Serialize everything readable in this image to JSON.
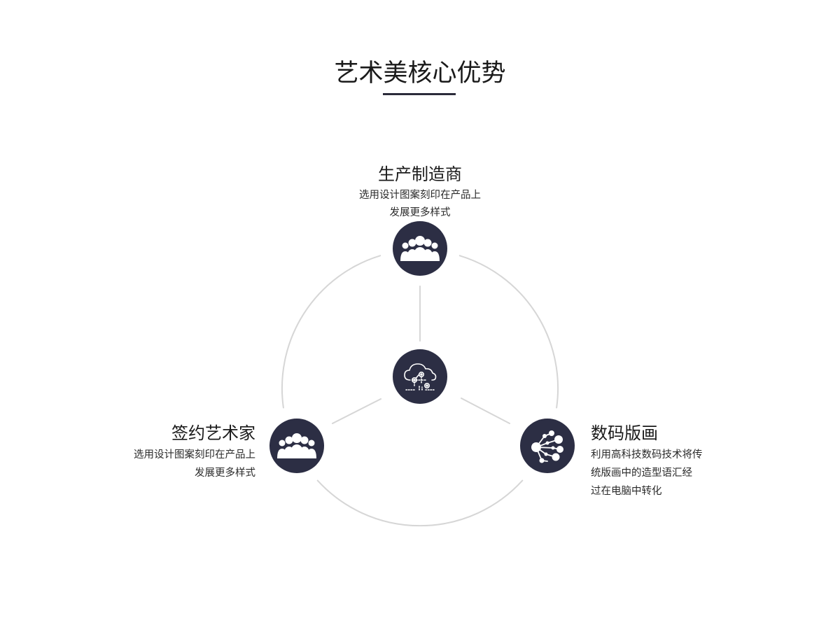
{
  "title": "艺术美核心优势",
  "center": {
    "icon": "cloud-network-icon"
  },
  "nodes": {
    "top": {
      "title": "生产制造商",
      "desc_lines": [
        "选用设计图案刻印在产品上",
        "发展更多样式"
      ],
      "icon": "people-group-icon"
    },
    "left": {
      "title": "签约艺术家",
      "desc_lines": [
        "选用设计图案刻印在产品上",
        "发展更多样式"
      ],
      "icon": "people-group-icon"
    },
    "right": {
      "title": "数码版画",
      "desc_lines": [
        "利用高科技数码技术将传",
        "统版画中的造型语汇经",
        "过在电脑中转化"
      ],
      "icon": "digital-network-icon"
    }
  },
  "colors": {
    "node_fill": "#2c2e44",
    "ring_stroke": "#d6d6d6",
    "icon_color": "#ffffff"
  }
}
